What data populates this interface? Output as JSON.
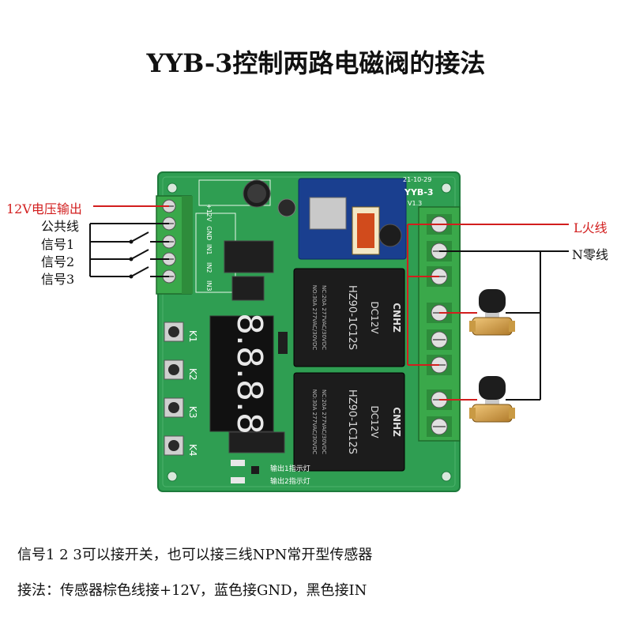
{
  "title": "YYB-3控制两路电磁阀的接法",
  "left_labels": {
    "v12": "12V电压输出",
    "common": "公共线",
    "sig1": "信号1",
    "sig2": "信号2",
    "sig3": "信号3"
  },
  "right_labels": {
    "live": "L火线",
    "neutral": "N零线"
  },
  "board": {
    "model": "YYB-3",
    "version": "V1.3",
    "date": "21-10-29",
    "input_pins": [
      "+12V",
      "GND",
      "IN1",
      "IN2",
      "IN3"
    ],
    "keys": [
      "K1",
      "K2",
      "K3",
      "K4"
    ],
    "display": "8.8.8.8",
    "relay_brand": "CNHZ",
    "relay_model": "HZ90-1C12S",
    "relay_voltage": "DC12V",
    "relay_spec1": "NO:30A 277VAC/30VDC",
    "relay_spec2": "NC:20A 277VAC/30VDC",
    "indicator1": "输出1指示灯",
    "indicator2": "输出2指示灯"
  },
  "notes": {
    "line1": "信号1 2 3可以接开关，也可以接三线NPN常开型传感器",
    "line2": "接法：传感器棕色线接+12V，蓝色接GND，黑色接IN"
  },
  "colors": {
    "pcb_green": "#2f9e52",
    "wire_red": "#d21e1e",
    "wire_black": "#111111",
    "terminal_green": "#3aa84a",
    "relay_black": "#1c1c1c"
  },
  "icons": {
    "valve1": "solenoid-valve-icon",
    "valve2": "solenoid-valve-icon",
    "switch": "switch-icon"
  }
}
